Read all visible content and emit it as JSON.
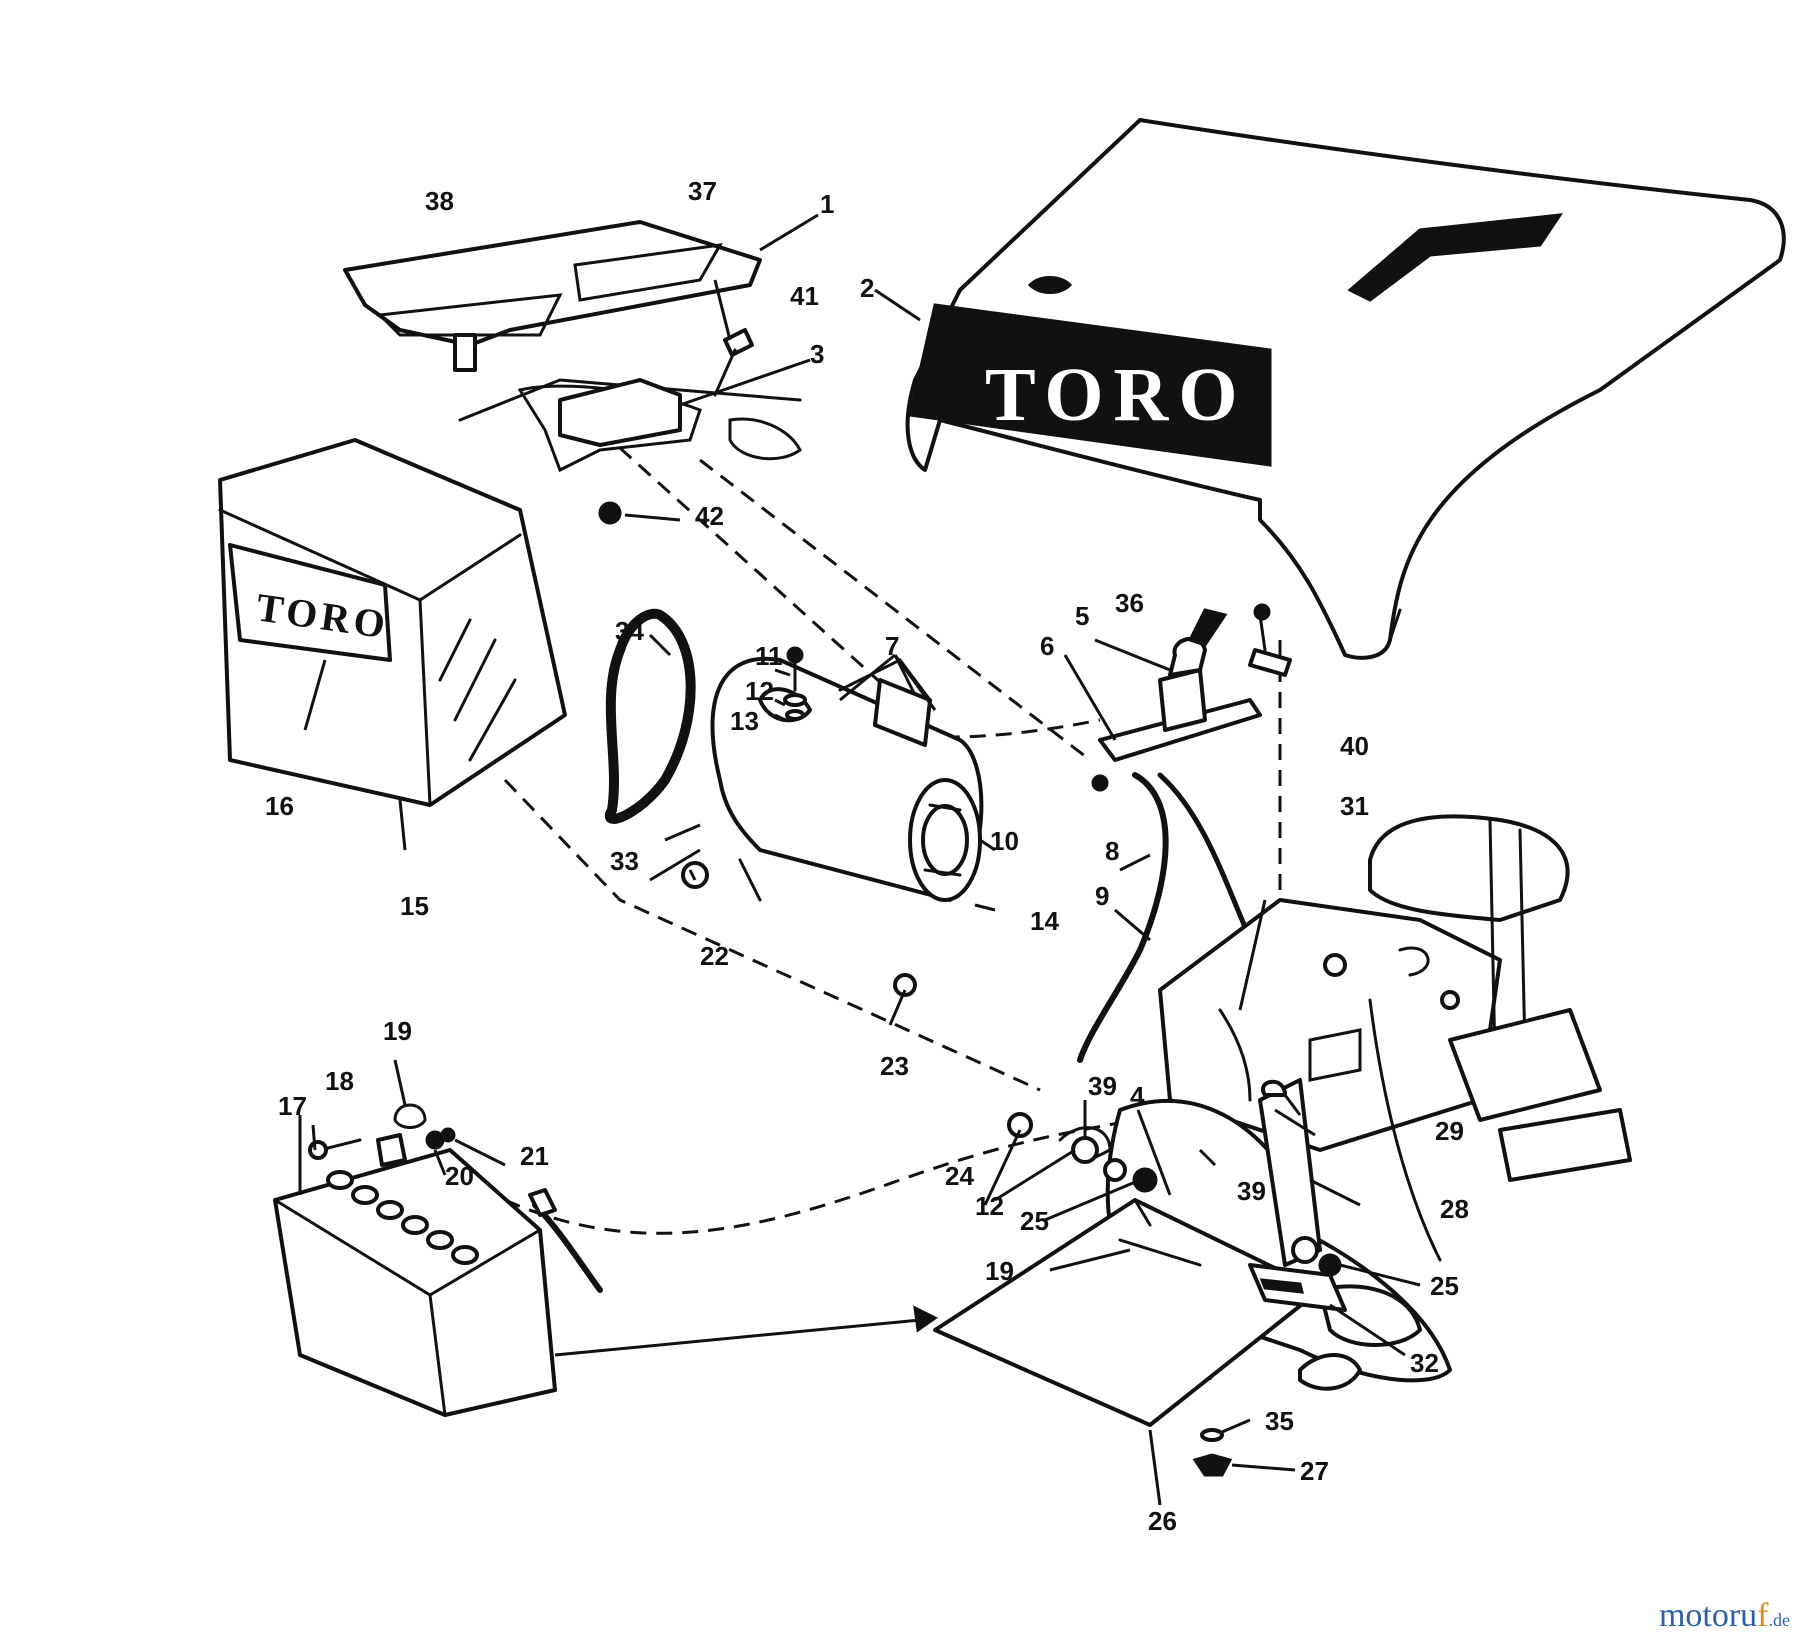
{
  "diagram": {
    "hood_brand": "TORO",
    "battery_cover_brand": "TORO",
    "battery_plate_lines": [
      "",
      "",
      ""
    ],
    "callouts": [
      {
        "id": "c1",
        "label": "1"
      },
      {
        "id": "c2",
        "label": "2"
      },
      {
        "id": "c3",
        "label": "3"
      },
      {
        "id": "c4",
        "label": "4"
      },
      {
        "id": "c5",
        "label": "5"
      },
      {
        "id": "c6",
        "label": "6"
      },
      {
        "id": "c7",
        "label": "7"
      },
      {
        "id": "c8",
        "label": "8"
      },
      {
        "id": "c9",
        "label": "9"
      },
      {
        "id": "c10",
        "label": "10"
      },
      {
        "id": "c11",
        "label": "11"
      },
      {
        "id": "c12a",
        "label": "12"
      },
      {
        "id": "c12b",
        "label": "12"
      },
      {
        "id": "c13",
        "label": "13"
      },
      {
        "id": "c14",
        "label": "14"
      },
      {
        "id": "c15",
        "label": "15"
      },
      {
        "id": "c16",
        "label": "16"
      },
      {
        "id": "c17",
        "label": "17"
      },
      {
        "id": "c18",
        "label": "18"
      },
      {
        "id": "c19a",
        "label": "19"
      },
      {
        "id": "c19b",
        "label": "19"
      },
      {
        "id": "c20",
        "label": "20"
      },
      {
        "id": "c21",
        "label": "21"
      },
      {
        "id": "c22",
        "label": "22"
      },
      {
        "id": "c23",
        "label": "23"
      },
      {
        "id": "c24",
        "label": "24"
      },
      {
        "id": "c25a",
        "label": "25"
      },
      {
        "id": "c25b",
        "label": "25"
      },
      {
        "id": "c26",
        "label": "26"
      },
      {
        "id": "c27",
        "label": "27"
      },
      {
        "id": "c28",
        "label": "28"
      },
      {
        "id": "c29",
        "label": "29"
      },
      {
        "id": "c31",
        "label": "31"
      },
      {
        "id": "c32",
        "label": "32"
      },
      {
        "id": "c33",
        "label": "33"
      },
      {
        "id": "c34",
        "label": "34"
      },
      {
        "id": "c35",
        "label": "35"
      },
      {
        "id": "c36",
        "label": "36"
      },
      {
        "id": "c37",
        "label": "37"
      },
      {
        "id": "c38",
        "label": "38"
      },
      {
        "id": "c39a",
        "label": "39"
      },
      {
        "id": "c39b",
        "label": "39"
      },
      {
        "id": "c40",
        "label": "40"
      },
      {
        "id": "c41",
        "label": "41"
      },
      {
        "id": "c42",
        "label": "42"
      }
    ]
  },
  "watermark": {
    "main": "motoru",
    "accent": "f",
    "tld": ".de"
  }
}
